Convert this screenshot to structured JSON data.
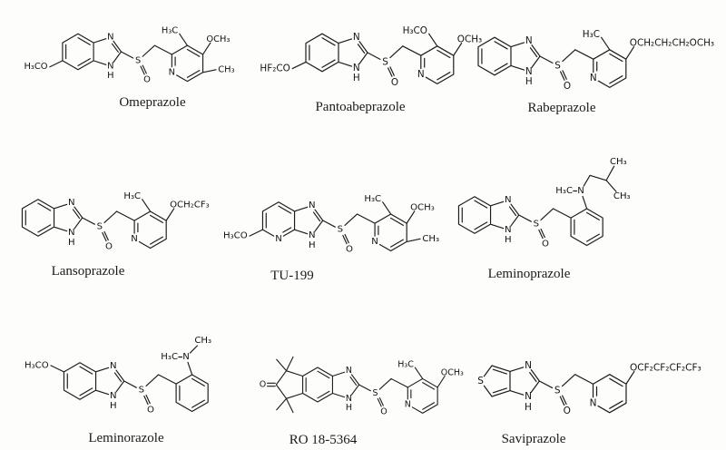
{
  "figure": {
    "background": "#fdfdfc",
    "ink_color": "#1c1c1c",
    "description": "Chemical structures of nine substituted benzimidazole proton pump inhibitors"
  },
  "compounds": [
    {
      "name": "Omeprazole",
      "labels": {
        "benz_sub": "H₃CO",
        "n1": "N",
        "n3": "N",
        "nh": "H",
        "s": "S",
        "o": "O",
        "py_n": "N",
        "sub3": "H₃C",
        "sub4": "OCH₃",
        "sub5": "CH₃"
      }
    },
    {
      "name": "Pantoabeprazole",
      "labels": {
        "benz_sub": "HF₂CO",
        "n1": "N",
        "n3": "N",
        "nh": "H",
        "s": "S",
        "o": "O",
        "py_n": "N",
        "sub3": "H₃CO",
        "sub4": "OCH₃"
      }
    },
    {
      "name": "Rabeprazole",
      "labels": {
        "n1": "N",
        "n3": "N",
        "nh": "H",
        "s": "S",
        "o": "O",
        "py_n": "N",
        "sub3": "H₃C",
        "sub4": "OCH₂CH₂CH₂OCH₃"
      }
    },
    {
      "name": "Lansoprazole",
      "labels": {
        "n1": "N",
        "n3": "N",
        "nh": "H",
        "s": "S",
        "o": "O",
        "py_n": "N",
        "sub3": "H₃C",
        "sub4": "OCH₂CF₃"
      }
    },
    {
      "name": "TU-199",
      "labels": {
        "benz_sub": "H₃CO",
        "ring_n": "N",
        "n1": "N",
        "n3": "N",
        "nh": "H",
        "s": "S",
        "o": "O",
        "py_n": "N",
        "sub3": "H₃C",
        "sub4": "OCH₃",
        "sub5": "CH₃"
      }
    },
    {
      "name": "Leminoprazole",
      "labels": {
        "n1": "N",
        "n3": "N",
        "nh": "H",
        "s": "S",
        "o": "O",
        "amine_n": "N",
        "n_methyl": "H₃C",
        "iso_me_top": "CH₃",
        "iso_me_bottom": "CH₃"
      }
    },
    {
      "name": "Leminorazole",
      "labels": {
        "benz_sub": "H₃CO",
        "n1": "N",
        "n3": "N",
        "nh": "H",
        "s": "S",
        "o": "O",
        "amine_n": "N",
        "n_methyl": "H₃C",
        "n_methyl2": "CH₃"
      }
    },
    {
      "name": "RO 18-5364",
      "labels": {
        "ketone_o": "O",
        "n1": "N",
        "n3": "N",
        "nh": "H",
        "s": "S",
        "o": "O",
        "py_n": "N",
        "sub3": "H₃C",
        "sub4": "OCH₃"
      }
    },
    {
      "name": "Saviprazole",
      "labels": {
        "thio_s": "S",
        "n1": "N",
        "n3": "N",
        "nh": "H",
        "s": "S",
        "o": "O",
        "py_n": "N",
        "sub4": "OCF₂CF₂CF₂CF₃"
      }
    }
  ]
}
